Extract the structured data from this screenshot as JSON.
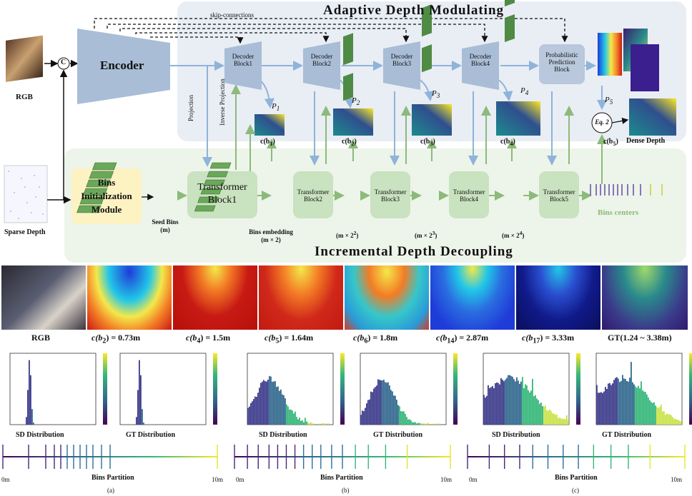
{
  "titles": {
    "adaptive": "Adaptive Depth Modulating",
    "incremental": "Incremental Depth Decoupling",
    "skip": "skip-connections"
  },
  "inputs": {
    "rgb": "RGB",
    "sparse": "Sparse Depth",
    "concat": "C"
  },
  "encoder": "Encoder",
  "bins_init": {
    "line1": "Bins",
    "line2": "Initialization",
    "line3": "Module"
  },
  "projection": "Projection",
  "inverse_projection": "Inverse Projection",
  "decoders": [
    {
      "line1": "Decoder",
      "line2": "Block1"
    },
    {
      "line1": "Decoder",
      "line2": "Block2"
    },
    {
      "line1": "Decoder",
      "line2": "Block3"
    },
    {
      "line1": "Decoder",
      "line2": "Block4"
    }
  ],
  "prob_block": {
    "line1": "Probabilistic",
    "line2": "Prediction",
    "line3": "Block"
  },
  "transformers": [
    {
      "line1": "Transformer",
      "line2": "Block1"
    },
    {
      "line1": "Transformer",
      "line2": "Block2"
    },
    {
      "line1": "Transformer",
      "line2": "Block3"
    },
    {
      "line1": "Transformer",
      "line2": "Block4"
    },
    {
      "line1": "Transformer",
      "line2": "Block5"
    }
  ],
  "p_labels": [
    "P",
    "P",
    "P",
    "P",
    "P"
  ],
  "p_subs": [
    "1",
    "2",
    "3",
    "4",
    "5"
  ],
  "c_labels": [
    "c(b",
    "c(b",
    "c(b",
    "c(b",
    "c(b"
  ],
  "c_subs": [
    "1",
    "2",
    "3",
    "4",
    "5"
  ],
  "eq": "Eq. 2",
  "dense_depth": "Dense Depth",
  "seed_bins": {
    "label": "Seed Bins",
    "sub": "(m)"
  },
  "bins_embedding": {
    "label": "Bins embedding",
    "sub": "(m × 2)"
  },
  "mult": [
    "(m × 2",
    "(m × 2",
    "(m × 2"
  ],
  "mult_exp": [
    "2",
    "3",
    "4"
  ],
  "bins_centers": "Bins centers",
  "row_captions": [
    {
      "text": "RGB"
    },
    {
      "text": "c(b",
      "sub": "2",
      "val": ") = 0.73m"
    },
    {
      "text": "c(b",
      "sub": "4",
      "val": ") = 1.5m"
    },
    {
      "text": "c(b",
      "sub": "5",
      "val": ") = 1.64m"
    },
    {
      "text": "c(b",
      "sub": "6",
      "val": ") = 1.8m"
    },
    {
      "text": "c(b",
      "sub": "14",
      "val": ") = 2.87m"
    },
    {
      "text": "c(b",
      "sub": "17",
      "val": ") = 3.33m"
    },
    {
      "text": "GT(1.24 ~ 3.38m)"
    }
  ],
  "hist_labels": [
    "SD Distribution",
    "GT Distribution",
    "SD Distribution",
    "GT Distribution",
    "SD Distribution",
    "GT Distribution"
  ],
  "bins_partition": [
    "Bins Partition",
    "Bins Partition",
    "Bins Partition"
  ],
  "axis": {
    "start": "0m",
    "end": "10m"
  },
  "panel_tags": [
    "(a)",
    "(b)",
    "(c)"
  ],
  "colors": {
    "top_panel": "#e9edf4",
    "bottom_panel": "#edf4ea",
    "decoder": "#a9bdd6",
    "transformer": "#c9e2bf",
    "bins_init": "#fdf2c2",
    "blue_arrow": "#8fb3d9",
    "green_arrow": "#9cc58b"
  }
}
